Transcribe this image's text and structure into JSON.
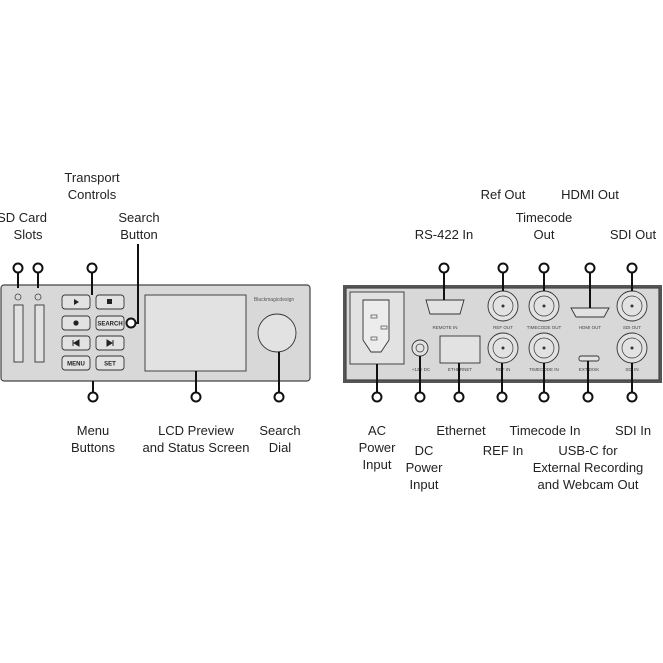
{
  "front": {
    "brand": "Blackmagicdesign",
    "buttons": {
      "search": "SEARCH",
      "menu": "MENU",
      "set": "SET"
    },
    "callouts": {
      "sd_card_slots": [
        "SD Card",
        "Slots"
      ],
      "transport_controls": [
        "Transport",
        "Controls"
      ],
      "search_button": [
        "Search",
        "Button"
      ],
      "menu_buttons": [
        "Menu",
        "Buttons"
      ],
      "lcd": [
        "LCD Preview",
        "and Status Screen"
      ],
      "search_dial": [
        "Search",
        "Dial"
      ]
    }
  },
  "rear": {
    "port_labels": {
      "remote_in": "REMOTE IN",
      "ref_out": "REF OUT",
      "timecode_out": "TIMECODE OUT",
      "hdmi_out": "HDMI OUT",
      "sdi_out": "SDI OUT",
      "dc": "+12V DC",
      "ethernet": "ETHERNET",
      "ref_in": "REF IN",
      "timecode_in": "TIMECODE IN",
      "ext_disk": "EXT DISK",
      "sdi_in": "SDI IN"
    },
    "callouts": {
      "rs422_in": [
        "RS-422 In"
      ],
      "ref_out": [
        "Ref Out"
      ],
      "timecode_out": [
        "Timecode",
        "Out"
      ],
      "hdmi_out": [
        "HDMI Out"
      ],
      "sdi_out": [
        "SDI Out"
      ],
      "ac_power": [
        "AC",
        "Power",
        "Input"
      ],
      "dc_power": [
        "DC",
        "Power",
        "Input"
      ],
      "ethernet": [
        "Ethernet"
      ],
      "ref_in": [
        "REF In"
      ],
      "timecode_in": [
        "Timecode In"
      ],
      "usb_c": [
        "USB-C for",
        "External Recording",
        "and Webcam Out"
      ],
      "sdi_in": [
        "SDI In"
      ]
    }
  }
}
